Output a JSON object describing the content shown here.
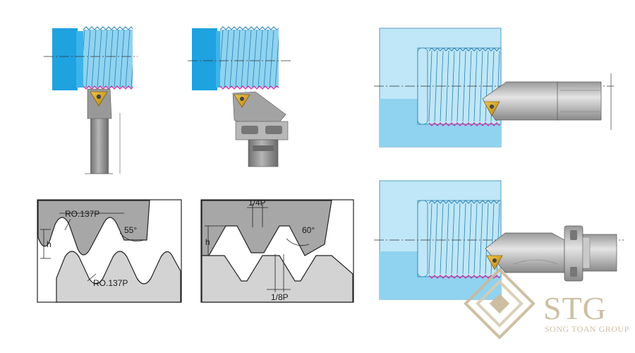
{
  "profile_55": {
    "radius_top_label": "RO.137P",
    "radius_bottom_label": "RO.137P",
    "angle_label": "55°",
    "height_label": "h"
  },
  "profile_60": {
    "crest_label": "1/4P",
    "root_label": "1/8P",
    "angle_label": "60°",
    "height_label": "h"
  },
  "watermark": {
    "brand": "STG",
    "tagline": "SONG TOAN GROUP"
  },
  "colors": {
    "workpiece_blue": "#8fd3f0",
    "chuck_blue": "#1ea2e0",
    "thread_line": "#2a7fb4",
    "thread_root": "#d22fa0",
    "tool_gray": "#8c8c8c",
    "insert_gold": "#d4a017",
    "profile_dark": "#a7a7a7",
    "profile_light": "#d3d3d3",
    "watermark_gold": "#c9b99a"
  }
}
